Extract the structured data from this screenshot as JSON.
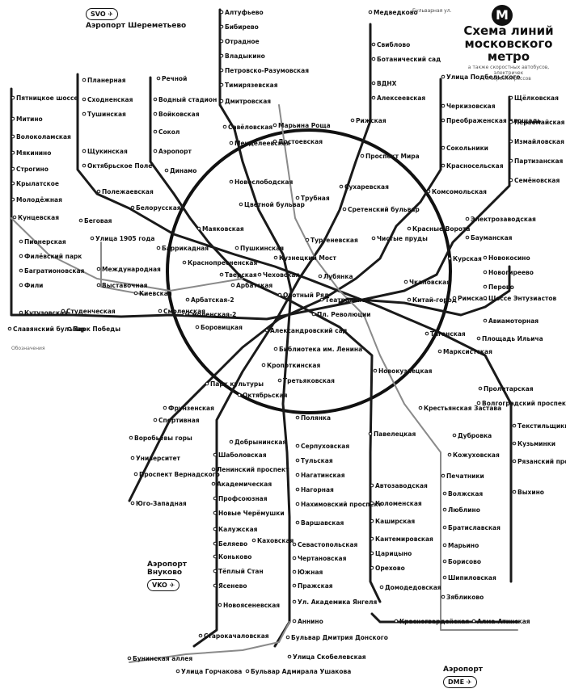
{
  "header": {
    "title_line1": "Схема линий",
    "title_line2": "московского метро",
    "subtitle_line1": "а также скоростных автобусов, электричек",
    "subtitle_line2": "и аэроэкспрессов",
    "top_label": "Бульварная ул.",
    "logo": "M"
  },
  "airports": {
    "svo_code": "SVO",
    "svo_name": "Аэропорт Шереметьево",
    "vko_code": "VKO",
    "vko_name_line1": "Аэропорт",
    "vko_name_line2": "Внуково",
    "dme_code": "DME",
    "dme_name": "Аэропорт"
  },
  "colors": {
    "line": "#1a1a1a",
    "ring": "#111111",
    "faint": "#8a8a8a",
    "bg": "#ffffff"
  },
  "icons": {
    "plane": "plane-icon",
    "logo": "metro-logo-icon"
  },
  "stations": [
    {
      "id": "altufyevo",
      "name": "Алтуфьево"
    },
    {
      "id": "bibirevo",
      "name": "Бибирево"
    },
    {
      "id": "otradnoe",
      "name": "Отрадное"
    },
    {
      "id": "vladykino",
      "name": "Владыкино"
    },
    {
      "id": "petrovsko",
      "name": "Петровско-Разумовская"
    },
    {
      "id": "timiryazev",
      "name": "Тимирязевская"
    },
    {
      "id": "dmitrovskaya",
      "name": "Дмитровская"
    },
    {
      "id": "savelovskaya",
      "name": "Савёловская"
    },
    {
      "id": "mendeleevskaya",
      "name": "Менделеевская"
    },
    {
      "id": "novoslobodskaya",
      "name": "Новослободская"
    },
    {
      "id": "tsvetnoy",
      "name": "Цветной бульвар"
    },
    {
      "id": "mayakovskaya",
      "name": "Маяковская"
    },
    {
      "id": "pushkinskaya",
      "name": "Пушкинская"
    },
    {
      "id": "tverskaya",
      "name": "Тверская"
    },
    {
      "id": "chekhovskaya",
      "name": "Чеховская"
    },
    {
      "id": "kuznetsky",
      "name": "Кузнецкий Мост"
    },
    {
      "id": "lubyanka",
      "name": "Лубянка"
    },
    {
      "id": "okhotny",
      "name": "Охотный Ряд"
    },
    {
      "id": "teatralnaya",
      "name": "Театральная"
    },
    {
      "id": "revolution",
      "name": "Пл. Революции"
    },
    {
      "id": "arbatskaya",
      "name": "Арбатская"
    },
    {
      "id": "aleksandrovsky",
      "name": "Александровский сад"
    },
    {
      "id": "biblioteka",
      "name": "Библиотека им. Ленина"
    },
    {
      "id": "borovitskaya",
      "name": "Боровицкая"
    },
    {
      "id": "smolenskaya",
      "name": "Смоленская"
    },
    {
      "id": "kropotkinskaya",
      "name": "Кропоткинская"
    },
    {
      "id": "park_kultury",
      "name": "Парк культуры"
    },
    {
      "id": "frunzenskaya",
      "name": "Фрунзенская"
    },
    {
      "id": "sportivnaya",
      "name": "Спортивная"
    },
    {
      "id": "vorobyovy",
      "name": "Воробьёвы горы"
    },
    {
      "id": "universitet",
      "name": "Университет"
    },
    {
      "id": "vernadskogo",
      "name": "Проспект Вернадского"
    },
    {
      "id": "yugo_zapadnaya",
      "name": "Юго-Западная"
    },
    {
      "id": "oktyabrskaya",
      "name": "Октябрьская"
    },
    {
      "id": "dobryninskaya",
      "name": "Добрынинская"
    },
    {
      "id": "shabolovskaya",
      "name": "Шаболовская"
    },
    {
      "id": "leninsky",
      "name": "Ленинский проспект"
    },
    {
      "id": "akademicheskaya",
      "name": "Академическая"
    },
    {
      "id": "profsoyuznaya",
      "name": "Профсоюзная"
    },
    {
      "id": "novye_cheryomushki",
      "name": "Новые Черёмушки"
    },
    {
      "id": "kaluzhskaya",
      "name": "Калужская"
    },
    {
      "id": "belyaevo",
      "name": "Беляево"
    },
    {
      "id": "konkovo",
      "name": "Коньково"
    },
    {
      "id": "tyoply_stan",
      "name": "Тёплый Стан"
    },
    {
      "id": "yasenevo",
      "name": "Ясенево"
    },
    {
      "id": "novoyasenevskaya",
      "name": "Новоясеневская"
    },
    {
      "id": "kakhovskaya",
      "name": "Каховская"
    },
    {
      "id": "polyanka",
      "name": "Полянка"
    },
    {
      "id": "serpukhovskaya",
      "name": "Серпуховская"
    },
    {
      "id": "tulskaya",
      "name": "Тульская"
    },
    {
      "id": "nagatinskaya",
      "name": "Нагатинская"
    },
    {
      "id": "nagornaya",
      "name": "Нагорная"
    },
    {
      "id": "nakhimovsky",
      "name": "Нахимовский проспект"
    },
    {
      "id": "varshavskaya",
      "name": "Варшавская"
    },
    {
      "id": "sevastopolskaya",
      "name": "Севастопольская"
    },
    {
      "id": "chertanovskaya",
      "name": "Чертановская"
    },
    {
      "id": "yuzhnaya",
      "name": "Южная"
    },
    {
      "id": "prazhskaya",
      "name": "Пражская"
    },
    {
      "id": "akademika_yangelya",
      "name": "Ул. Академика Янгеля"
    },
    {
      "id": "annino",
      "name": "Аннино"
    },
    {
      "id": "dmitriya_donskogo",
      "name": "Бульвар Дмитрия Донского"
    },
    {
      "id": "starokachalovskaya",
      "name": "Старокачаловская"
    },
    {
      "id": "skobelevskaya",
      "name": "Улица Скобелевская"
    },
    {
      "id": "buninskaya",
      "name": "Бунинская аллея"
    },
    {
      "id": "gorchakova",
      "name": "Улица Горчакова"
    },
    {
      "id": "admirala_ushakova",
      "name": "Бульвар Адмирала Ушакова"
    },
    {
      "id": "tretyakovskaya",
      "name": "Третьяковская"
    },
    {
      "id": "novokuznetskaya",
      "name": "Новокузнецкая"
    },
    {
      "id": "paveletskaya",
      "name": "Павелецкая"
    },
    {
      "id": "avtozavodskaya",
      "name": "Автозаводская"
    },
    {
      "id": "kolomenskaya",
      "name": "Коломенская"
    },
    {
      "id": "kashirskaya",
      "name": "Каширская"
    },
    {
      "id": "kantemirovskaya",
      "name": "Кантемировская"
    },
    {
      "id": "tsaritsyno",
      "name": "Царицыно"
    },
    {
      "id": "orekhovo",
      "name": "Орехово"
    },
    {
      "id": "domodedovskaya",
      "name": "Домодедовская"
    },
    {
      "id": "krasnogvardeyskaya",
      "name": "Красногвардейская"
    },
    {
      "id": "alma_atinskaya",
      "name": "Алма-Атинская"
    },
    {
      "id": "medvedkovo",
      "name": "Медведково"
    },
    {
      "id": "sviblovo",
      "name": "Свиблово"
    },
    {
      "id": "botanichesky",
      "name": "Ботанический сад"
    },
    {
      "id": "vdnkh",
      "name": "ВДНХ"
    },
    {
      "id": "alekseevskaya",
      "name": "Алексеевская"
    },
    {
      "id": "rizhskaya",
      "name": "Рижская"
    },
    {
      "id": "prospekt_mira",
      "name": "Проспект Мира"
    },
    {
      "id": "sukharevskaya",
      "name": "Сухаревская"
    },
    {
      "id": "turgenevskaya",
      "name": "Тургеневская"
    },
    {
      "id": "chistye_prudy",
      "name": "Чистые пруды"
    },
    {
      "id": "sretensky",
      "name": "Сретенский бульвар"
    },
    {
      "id": "trubnaya",
      "name": "Трубная"
    },
    {
      "id": "dostoevskaya",
      "name": "Достоевская"
    },
    {
      "id": "maryina_roshcha",
      "name": "Марьина Роща"
    },
    {
      "id": "kitay_gorod",
      "name": "Китай-город"
    },
    {
      "id": "tretyakovskaya2",
      "name": ""
    },
    {
      "id": "ulitsa_podbelskogo",
      "name": "Улица Подбельского"
    },
    {
      "id": "cherkizovskaya",
      "name": "Черкизовская"
    },
    {
      "id": "preobrazhenskaya",
      "name": "Преображенская площадь"
    },
    {
      "id": "sokolniki",
      "name": "Сокольники"
    },
    {
      "id": "krasnoselskaya",
      "name": "Красносельская"
    },
    {
      "id": "komsomolskaya",
      "name": "Комсомольская"
    },
    {
      "id": "krasnye_vorota",
      "name": "Красные Ворота"
    },
    {
      "id": "shchelkovskaya",
      "name": "Щёлковская"
    },
    {
      "id": "pervomayskaya",
      "name": "Первомайская"
    },
    {
      "id": "izmaylovskaya",
      "name": "Измайловская"
    },
    {
      "id": "partizanskaya",
      "name": "Партизанская"
    },
    {
      "id": "semyonovskaya",
      "name": "Семёновская"
    },
    {
      "id": "elektrozavodskaya",
      "name": "Электрозаводская"
    },
    {
      "id": "baumanskaya",
      "name": "Бауманская"
    },
    {
      "id": "kurskaya",
      "name": "Курская"
    },
    {
      "id": "chkalovskaya",
      "name": "Чкаловская"
    },
    {
      "id": "rimskaya",
      "name": "Римская"
    },
    {
      "id": "novokosino",
      "name": "Новокосино"
    },
    {
      "id": "novogireevo",
      "name": "Новогиреево"
    },
    {
      "id": "perovo",
      "name": "Перово"
    },
    {
      "id": "entuziastov",
      "name": "Шоссе Энтузиастов"
    },
    {
      "id": "aviamotornaya",
      "name": "Авиамоторная"
    },
    {
      "id": "ploshchad_ilicha",
      "name": "Площадь Ильича"
    },
    {
      "id": "marksistskaya",
      "name": "Марксистская"
    },
    {
      "id": "taganskaya",
      "name": "Таганская"
    },
    {
      "id": "krestyanskaya",
      "name": "Крестьянская Застава"
    },
    {
      "id": "proletarskaya",
      "name": "Пролетарская"
    },
    {
      "id": "volgogradsky",
      "name": "Волгоградский проспект"
    },
    {
      "id": "tekstilshchiki",
      "name": "Текстильщики"
    },
    {
      "id": "kuzminki",
      "name": "Кузьминки"
    },
    {
      "id": "ryazansky",
      "name": "Рязанский проспект"
    },
    {
      "id": "vykhino",
      "name": "Выхино"
    },
    {
      "id": "dubrovka",
      "name": "Дубровка"
    },
    {
      "id": "kozhukhovskaya",
      "name": "Кожуховская"
    },
    {
      "id": "pechatniki",
      "name": "Печатники"
    },
    {
      "id": "volzhskaya",
      "name": "Волжская"
    },
    {
      "id": "lyublino",
      "name": "Люблино"
    },
    {
      "id": "bratislavskaya",
      "name": "Братиславская"
    },
    {
      "id": "maryino",
      "name": "Марьино"
    },
    {
      "id": "borisovo",
      "name": "Борисово"
    },
    {
      "id": "shipilovskaya",
      "name": "Шипиловская"
    },
    {
      "id": "zyablikovo",
      "name": "Зябликово"
    },
    {
      "id": "planernaya",
      "name": "Планерная"
    },
    {
      "id": "skhodnenskaya",
      "name": "Сходненская"
    },
    {
      "id": "tushinskaya",
      "name": "Тушинская"
    },
    {
      "id": "shchukinskaya",
      "name": "Щукинская"
    },
    {
      "id": "oktyabrskoe_pole",
      "name": "Октябрьское Поле"
    },
    {
      "id": "polezhaevskaya",
      "name": "Полежаевская"
    },
    {
      "id": "begovaya",
      "name": "Беговая"
    },
    {
      "id": "ulitsa_1905",
      "name": "Улица 1905 года"
    },
    {
      "id": "barrikadnaya",
      "name": "Баррикадная"
    },
    {
      "id": "krasnopresnenskaya",
      "name": "Краснопресненская"
    },
    {
      "id": "rechnoy",
      "name": "Речной"
    },
    {
      "id": "vodny",
      "name": "Водный стадион"
    },
    {
      "id": "voykovskaya",
      "name": "Войковская"
    },
    {
      "id": "sokol",
      "name": "Сокол"
    },
    {
      "id": "aeroport",
      "name": "Аэропорт"
    },
    {
      "id": "dinamo",
      "name": "Динамо"
    },
    {
      "id": "belorusskaya",
      "name": "Белорусская"
    },
    {
      "id": "pyatnitskoe",
      "name": "Пятницкое шоссе"
    },
    {
      "id": "mitino",
      "name": "Митино"
    },
    {
      "id": "volokolamskaya",
      "name": "Волоколамская"
    },
    {
      "id": "myakinino",
      "name": "Мякинино"
    },
    {
      "id": "strogino",
      "name": "Строгино"
    },
    {
      "id": "krylatskoe",
      "name": "Крылатское"
    },
    {
      "id": "molodyozhnaya",
      "name": "Молодёжная"
    },
    {
      "id": "kuntsevskaya",
      "name": "Кунцевская"
    },
    {
      "id": "pionerskaya",
      "name": "Пионерская"
    },
    {
      "id": "filyovsky",
      "name": "Филёвский парк"
    },
    {
      "id": "bagrationovskaya",
      "name": "Багратионовская"
    },
    {
      "id": "fili",
      "name": "Фили"
    },
    {
      "id": "kutuzovskaya",
      "name": "Кутузовская"
    },
    {
      "id": "studencheskaya",
      "name": "Студенческая"
    },
    {
      "id": "kievskaya",
      "name": "Киевская"
    },
    {
      "id": "slavyansky",
      "name": "Славянский бульвар"
    },
    {
      "id": "park_pobedy",
      "name": "Парк Победы"
    },
    {
      "id": "mezhdunarodnaya",
      "name": "Международная"
    },
    {
      "id": "vystavochnaya",
      "name": "Выставочная"
    },
    {
      "id": "arbatskaya2",
      "name": "Арбатская-2"
    },
    {
      "id": "smolenskaya2",
      "name": "Смоленская-2"
    }
  ],
  "footer": {
    "legend_note": "Обозначения"
  }
}
